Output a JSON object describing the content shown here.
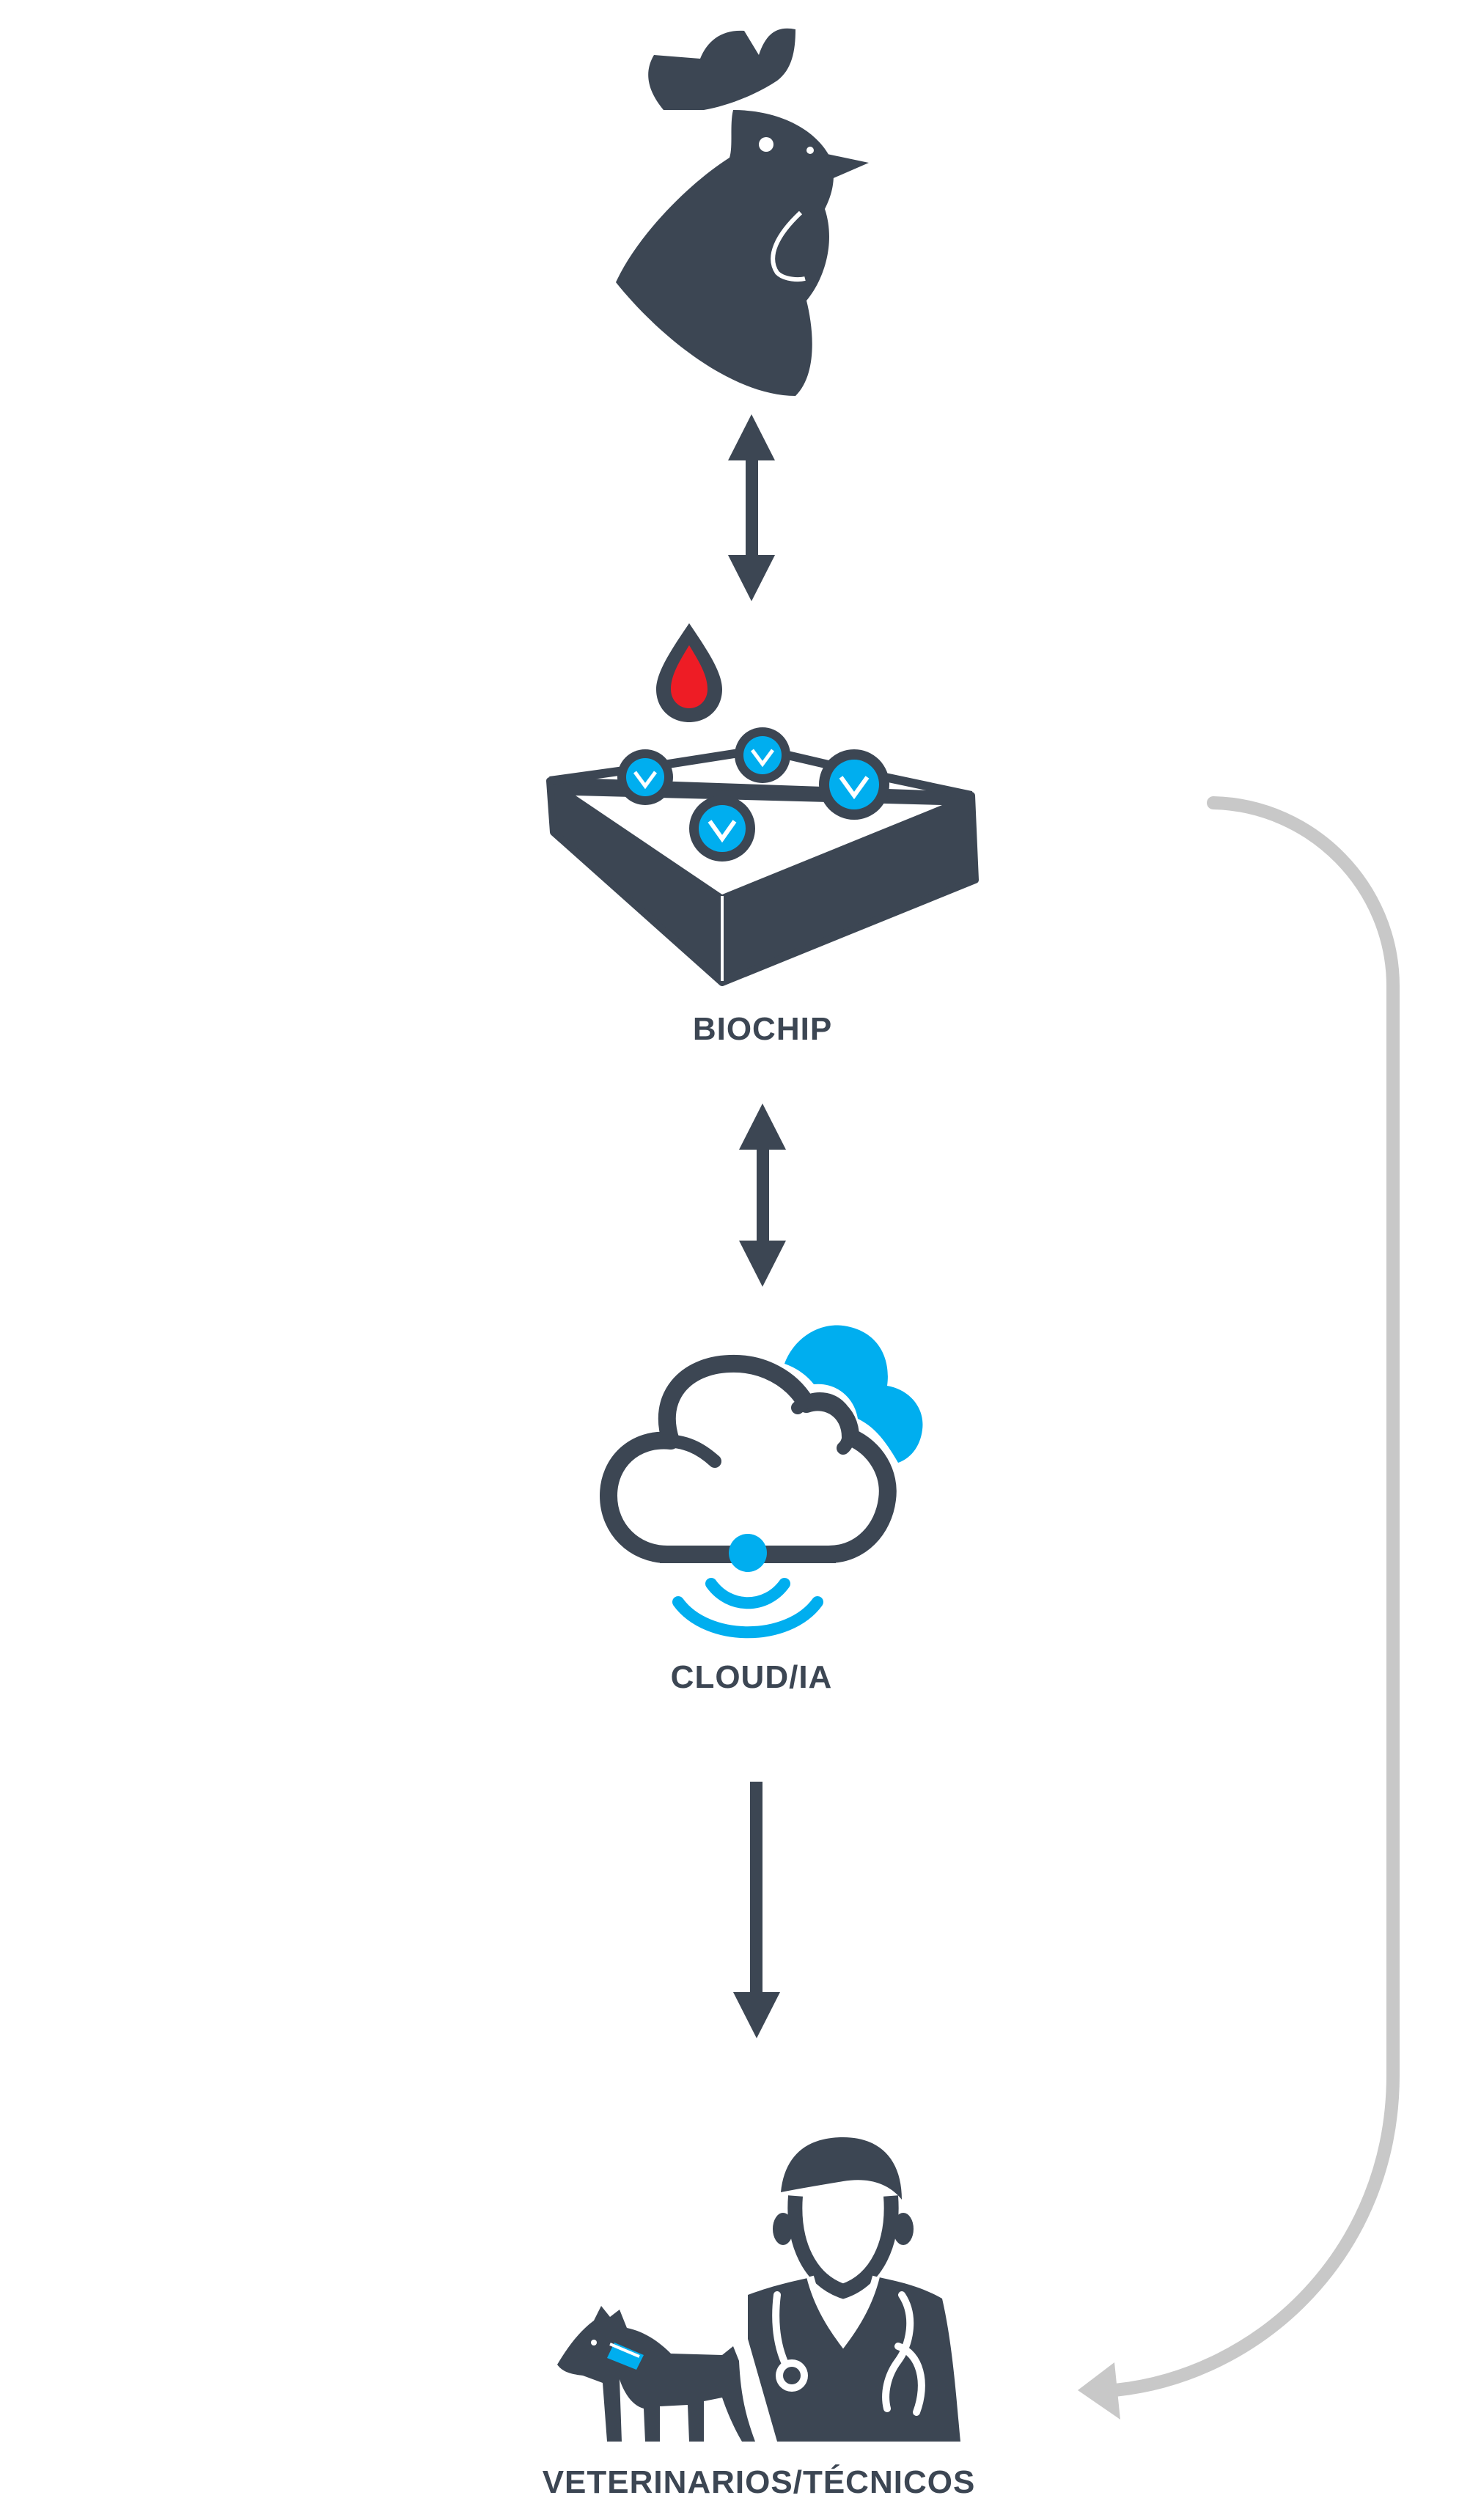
{
  "diagram": {
    "nodes": [
      {
        "id": "rooster",
        "label": "",
        "icon": "rooster-icon"
      },
      {
        "id": "biochip",
        "label": "BIOCHIP",
        "icon": "biochip-icon"
      },
      {
        "id": "cloud",
        "label": "CLOUD/IA",
        "icon": "cloud-ai-icon"
      },
      {
        "id": "vets",
        "label": "VETERINARIOS/TÉCNICOS",
        "icon": "veterinarian-dog-icon"
      }
    ],
    "edges": [
      {
        "from": "rooster",
        "to": "biochip",
        "direction": "both"
      },
      {
        "from": "biochip",
        "to": "cloud",
        "direction": "both"
      },
      {
        "from": "cloud",
        "to": "vets",
        "direction": "forward"
      },
      {
        "from": "biochip",
        "to": "vets",
        "direction": "forward",
        "style": "curved-feedback"
      }
    ]
  },
  "colors": {
    "primary": "#3c4653",
    "accent_blue": "#00aeef",
    "blood_red": "#ee1c25",
    "feedback_gray": "#c8c8c8",
    "background": "#ffffff"
  }
}
